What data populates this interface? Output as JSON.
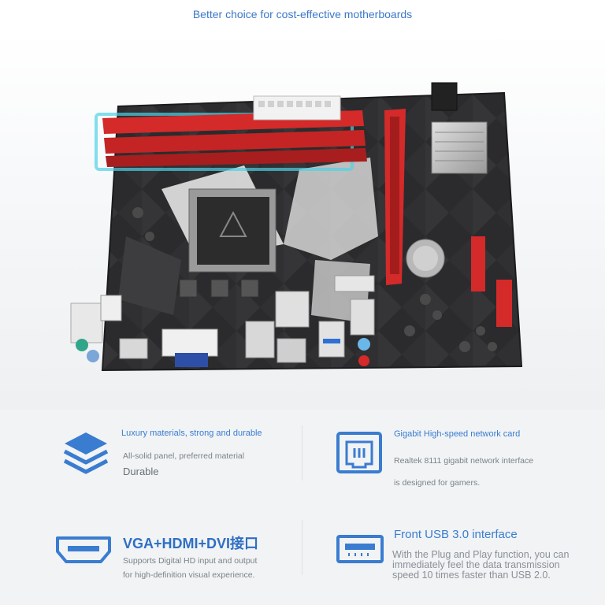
{
  "header": {
    "title": "Better choice for cost-effective motherboards"
  },
  "features": {
    "materials": {
      "icon": "layers-icon",
      "heading": "Luxury materials, strong and durable",
      "line1": "All-solid panel, preferred material",
      "line2": "Durable"
    },
    "network": {
      "icon": "ethernet-port-icon",
      "heading": "Gigabit High-speed network card",
      "line1": "Realtek 8111 gigabit network interface",
      "line2": "is designed for gamers."
    },
    "video": {
      "icon": "hdmi-port-icon",
      "heading": "VGA+HDMI+DVI接口",
      "line1": "Supports Digital HD input and output",
      "line2": "for high-definition visual experience."
    },
    "usb": {
      "icon": "usb-port-icon",
      "heading": "Front USB 3.0 interface",
      "body": "With the Plug and Play function, you can immediately feel the data transmission speed 10 times faster than USB 2.0."
    }
  },
  "colors": {
    "accent": "#3a7cd0",
    "board": "#2a2a2c",
    "slot_red": "#d42a2a",
    "highlight_cyan": "#4fd1e6"
  }
}
